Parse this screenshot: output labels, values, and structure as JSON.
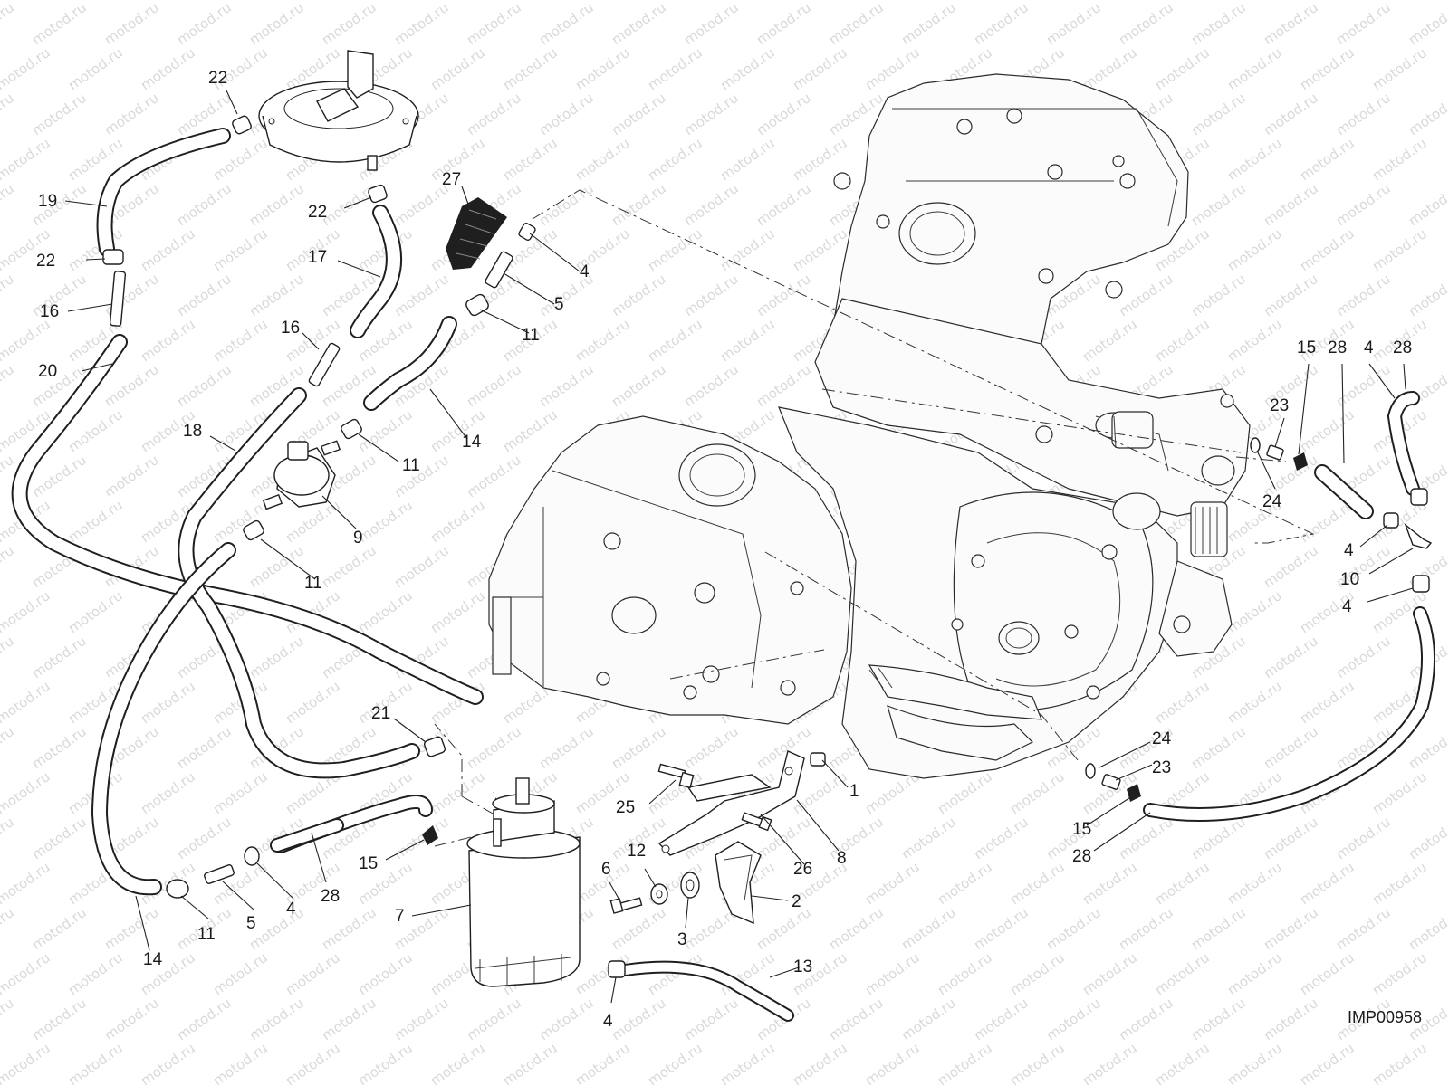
{
  "watermark_text": "motod.ru",
  "reference_code": "IMP00958",
  "callouts": [
    {
      "id": "c22a",
      "label": "22"
    },
    {
      "id": "c22b",
      "label": "22"
    },
    {
      "id": "c22c",
      "label": "22"
    },
    {
      "id": "c19",
      "label": "19"
    },
    {
      "id": "c16a",
      "label": "16"
    },
    {
      "id": "c20",
      "label": "20"
    },
    {
      "id": "c27",
      "label": "27"
    },
    {
      "id": "c17",
      "label": "17"
    },
    {
      "id": "c4a",
      "label": "4"
    },
    {
      "id": "c5a",
      "label": "5"
    },
    {
      "id": "c11a",
      "label": "11"
    },
    {
      "id": "c16b",
      "label": "16"
    },
    {
      "id": "c18",
      "label": "18"
    },
    {
      "id": "c14a",
      "label": "14"
    },
    {
      "id": "c11b",
      "label": "11"
    },
    {
      "id": "c9",
      "label": "9"
    },
    {
      "id": "c11c",
      "label": "11"
    },
    {
      "id": "c15a",
      "label": "15"
    },
    {
      "id": "c28a",
      "label": "28"
    },
    {
      "id": "c4b",
      "label": "4"
    },
    {
      "id": "c28b",
      "label": "28"
    },
    {
      "id": "c23a",
      "label": "23"
    },
    {
      "id": "c24a",
      "label": "24"
    },
    {
      "id": "c4c",
      "label": "4"
    },
    {
      "id": "c10",
      "label": "10"
    },
    {
      "id": "c4d",
      "label": "4"
    },
    {
      "id": "c21",
      "label": "21"
    },
    {
      "id": "c1",
      "label": "1"
    },
    {
      "id": "c25",
      "label": "25"
    },
    {
      "id": "c8",
      "label": "8"
    },
    {
      "id": "c24b",
      "label": "24"
    },
    {
      "id": "c23b",
      "label": "23"
    },
    {
      "id": "c15b",
      "label": "15"
    },
    {
      "id": "c28c",
      "label": "28"
    },
    {
      "id": "c15c",
      "label": "15"
    },
    {
      "id": "c28d",
      "label": "28"
    },
    {
      "id": "c7",
      "label": "7"
    },
    {
      "id": "c6",
      "label": "6"
    },
    {
      "id": "c12",
      "label": "12"
    },
    {
      "id": "c26",
      "label": "26"
    },
    {
      "id": "c2",
      "label": "2"
    },
    {
      "id": "c3",
      "label": "3"
    },
    {
      "id": "c11d",
      "label": "11"
    },
    {
      "id": "c5b",
      "label": "5"
    },
    {
      "id": "c4e",
      "label": "4"
    },
    {
      "id": "c14b",
      "label": "14"
    },
    {
      "id": "c13",
      "label": "13"
    },
    {
      "id": "c4f",
      "label": "4"
    }
  ]
}
